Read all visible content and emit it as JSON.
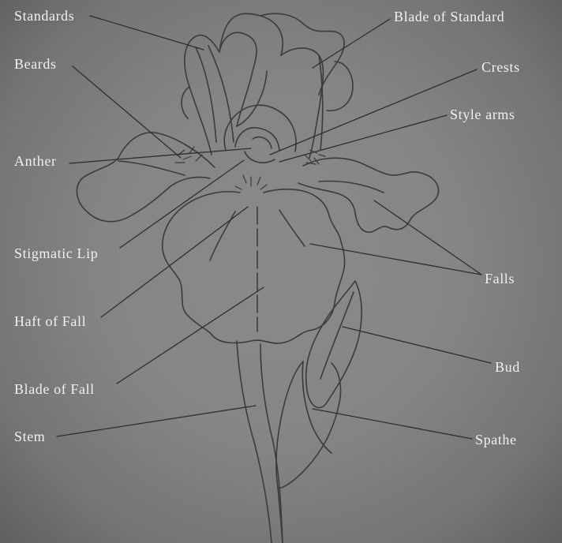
{
  "labels": {
    "standards": "Standards",
    "beards": "Beards",
    "anther": "Anther",
    "stigmatic_lip": "Stigmatic Lip",
    "haft_of_fall": "Haft of Fall",
    "blade_of_fall": "Blade of Fall",
    "stem": "Stem",
    "blade_of_standard": "Blade of Standard",
    "crests": "Crests",
    "style_arms": "Style arms",
    "falls": "Falls",
    "bud": "Bud",
    "spathe": "Spathe"
  },
  "colors": {
    "background": "#858585",
    "outline": "#3b3b3b",
    "leader_line": "#2e2e2e",
    "label_text": "#f1f1f1"
  }
}
